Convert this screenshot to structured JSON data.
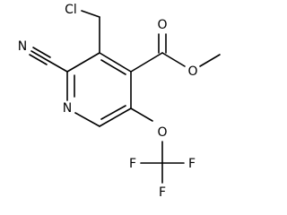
{
  "molecule": {
    "atoms": {
      "cl": "Cl",
      "n_nitrile": "N",
      "n_ring": "N",
      "o_carbonyl": "O",
      "o_ester": "O",
      "o_ether": "O",
      "f_left": "F",
      "f_bottom": "F",
      "f_right": "F"
    }
  }
}
